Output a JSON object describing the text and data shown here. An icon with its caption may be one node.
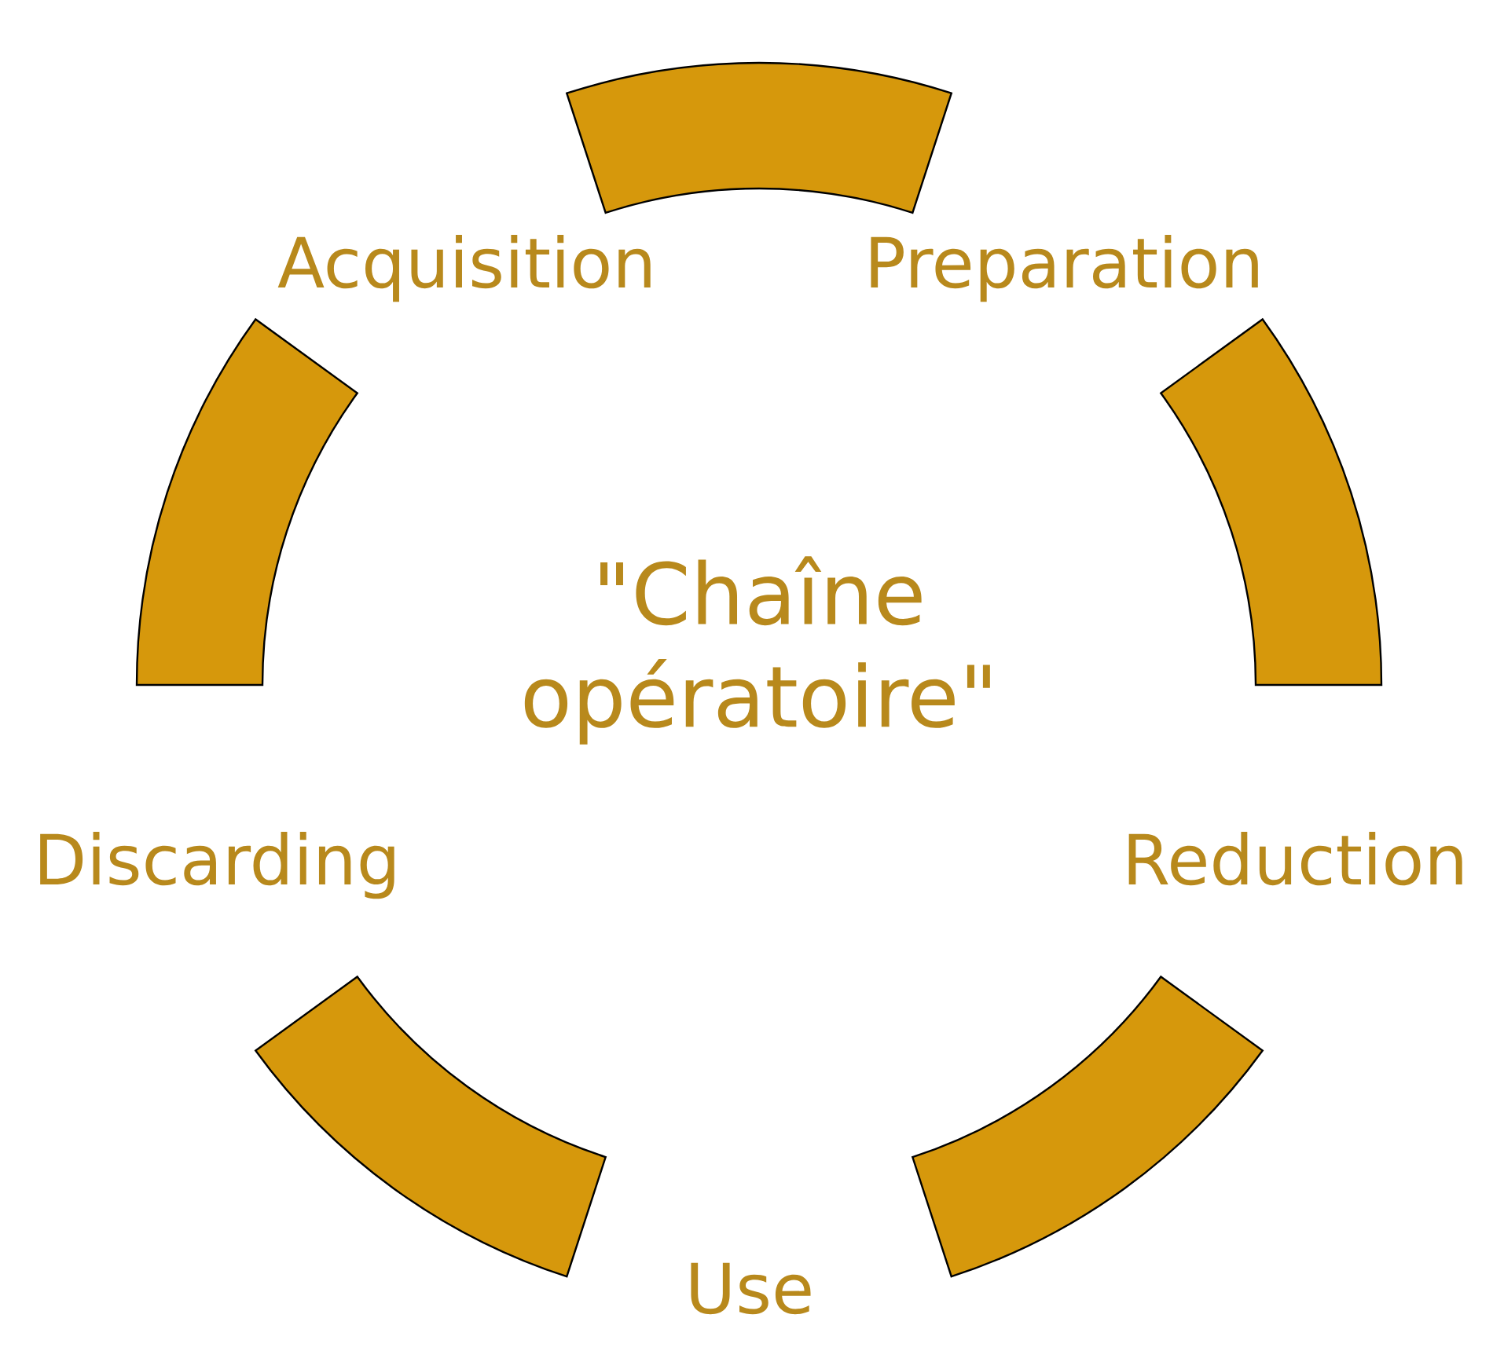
{
  "diagram": {
    "title": "\"Chaîne opératoire\"",
    "nodes": [
      {
        "text": [
          "Acquisition"
        ]
      },
      {
        "text": [
          "Preparation"
        ]
      },
      {
        "text": [
          "Discarding"
        ]
      },
      {
        "text": [
          "Reduction"
        ]
      },
      {
        "text": [
          "Use"
        ]
      }
    ],
    "edges": [
      {
        "from": 0,
        "to": 1,
        "arrow": "none"
      },
      {
        "from": 1,
        "to": 3,
        "arrow": "none"
      },
      {
        "from": 3,
        "to": 4,
        "arrow": "none"
      },
      {
        "from": 4,
        "to": 2,
        "arrow": "none"
      },
      {
        "from": 2,
        "to": 0,
        "arrow": "none"
      }
    ]
  }
}
